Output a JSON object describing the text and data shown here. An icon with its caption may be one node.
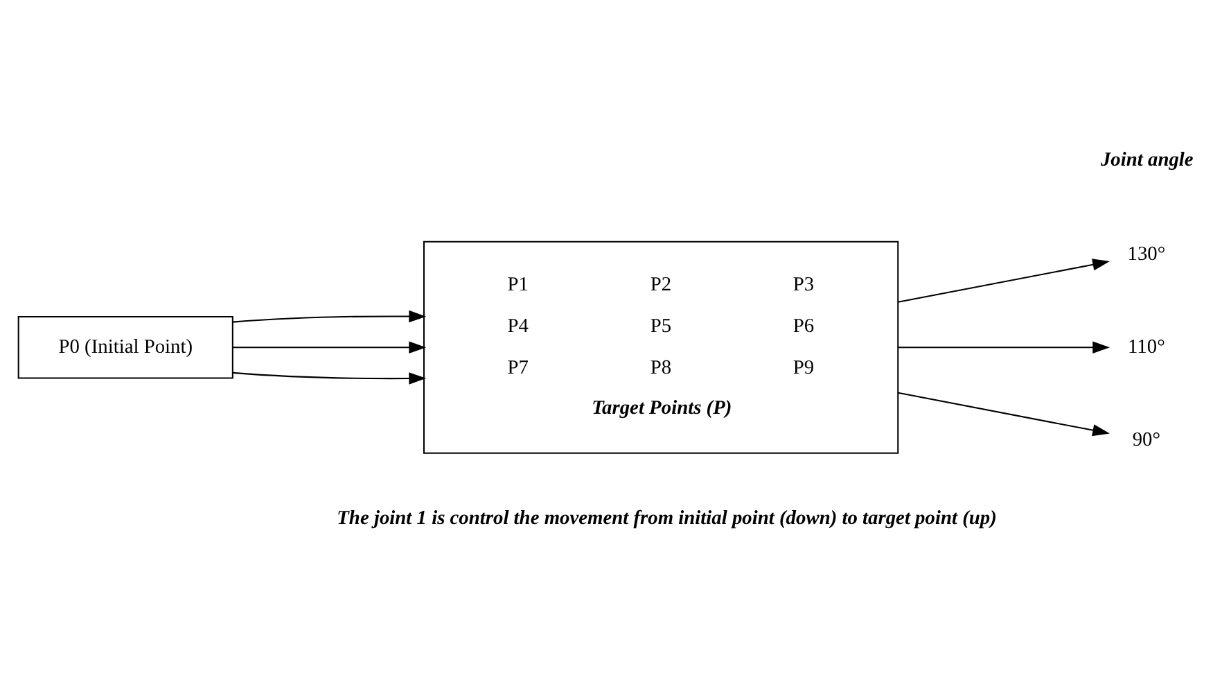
{
  "diagram": {
    "nodes": [
      {
        "text": [
          "P1",
          "P2",
          "P3",
          "P4",
          "P5",
          "P6",
          "P7",
          "P8",
          "P9",
          "Target Points (P)"
        ]
      },
      {
        "text": [
          "130°"
        ]
      },
      {
        "text": [
          "110°"
        ]
      },
      {
        "text": [
          "90°"
        ]
      },
      {
        "text": [
          "P0 (Initial Point)"
        ]
      }
    ],
    "edges": [
      {
        "from": 4,
        "to": 0,
        "arrow": "to"
      },
      {
        "from": 4,
        "to": 0,
        "arrow": "to"
      },
      {
        "from": 4,
        "to": 0,
        "arrow": "to"
      },
      {
        "from": 0,
        "to": 1,
        "arrow": "to"
      },
      {
        "from": 0,
        "to": 2,
        "arrow": "to"
      },
      {
        "from": 0,
        "to": 3,
        "arrow": "to"
      }
    ],
    "labels": [
      "Joint angle",
      "The joint 1 is control the movement from initial point (down) to target point (up)"
    ]
  }
}
